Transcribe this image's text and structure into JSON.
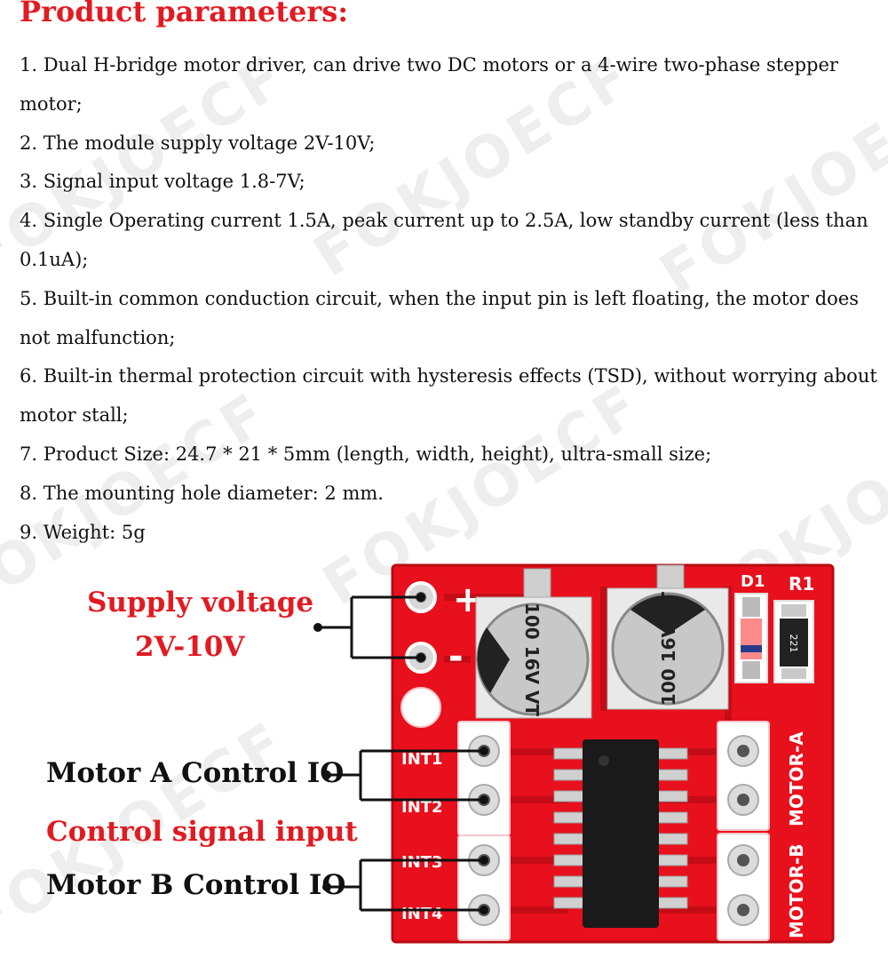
{
  "title": "Product parameters:",
  "params": [
    "1. Dual H-bridge motor driver, can drive two DC motors or a 4-wire two-phase stepper motor;",
    "2. The module supply voltage 2V-10V;",
    "3. Signal input voltage 1.8-7V;",
    "4. Single Operating current 1.5A, peak current up to 2.5A, low standby current (less than 0.1uA);",
    "5. Built-in common conduction circuit, when the input pin is left floating, the motor does not malfunction;",
    "6. Built-in thermal protection circuit with hysteresis effects (TSD), without worrying about motor stall;",
    "7. Product Size: 24.7 * 21 * 5mm (length, width, height), ultra-small size;",
    "8. The mounting hole diameter: 2 mm.",
    "9. Weight: 5g"
  ],
  "watermark": "FOKJOECF",
  "labels": {
    "supply_line1": "Supply voltage",
    "supply_line2": "2V-10V",
    "motor_a": "Motor A Control IO",
    "control_signal": "Control signal input",
    "motor_b": "Motor B Control IO"
  },
  "board": {
    "plus": "+",
    "minus": "-",
    "int1": "INT1",
    "int2": "INT2",
    "int3": "INT3",
    "int4": "INT4",
    "motor_a": "MOTOR-A",
    "motor_b": "MOTOR-B",
    "d1": "D1",
    "r1": "R1",
    "resistor_code": "221",
    "cap1": "100 16V VT",
    "cap2": "100 16V VT"
  },
  "colors": {
    "accent_red": "#e11b22",
    "pcb_red": "#e8101c"
  }
}
